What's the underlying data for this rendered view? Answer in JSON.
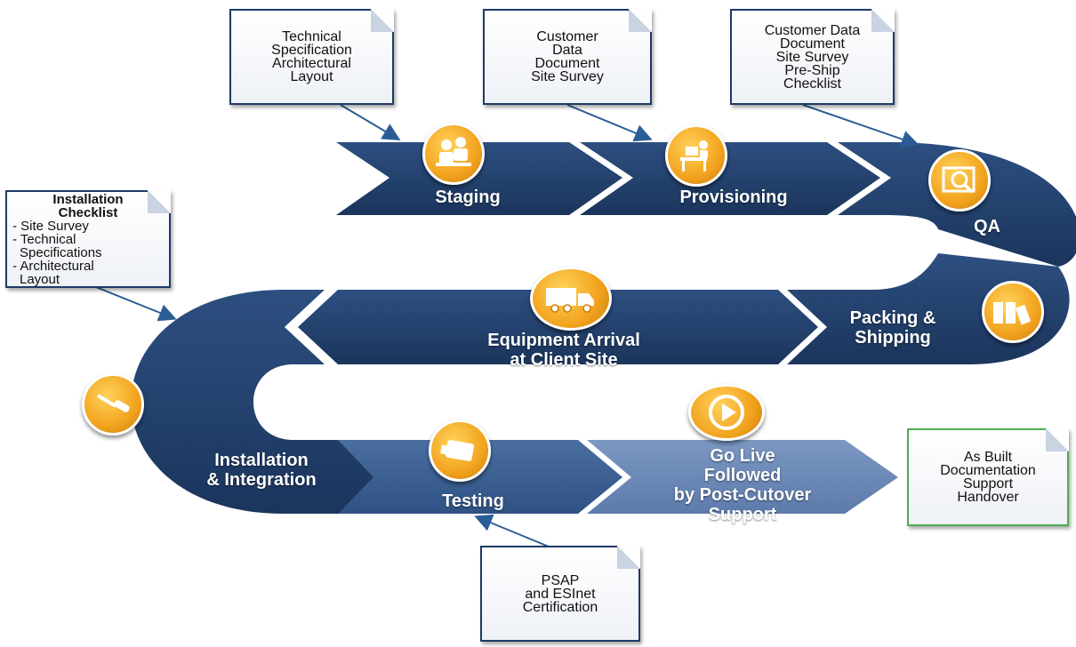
{
  "stages": {
    "staging": "Staging",
    "provisioning": "Provisioning",
    "qa": "QA",
    "packing_line1": "Packing &",
    "packing_line2": "Shipping",
    "equipment_line1": "Equipment Arrival",
    "equipment_line2": "at Client Site",
    "installation_line1": "Installation",
    "installation_line2": "& Integration",
    "testing": "Testing",
    "golive_line1": "Go Live",
    "golive_line2": "Followed",
    "golive_line3": "by Post-Cutover",
    "golive_line4": "Support"
  },
  "documents": {
    "staging_doc": [
      "Technical",
      "Specification",
      "Architectural",
      "Layout"
    ],
    "provisioning_doc": [
      "Customer",
      "Data",
      "Document",
      "Site Survey"
    ],
    "qa_doc": [
      "Customer Data",
      "Document",
      "Site Survey",
      "Pre-Ship",
      "Checklist"
    ],
    "installation_doc": {
      "title1": "Installation",
      "title2": "Checklist",
      "items": [
        "- Site Survey",
        "- Technical",
        "  Specifications",
        "- Architectural",
        "  Layout"
      ]
    },
    "testing_doc": [
      "PSAP",
      "and ESInet",
      "Certification"
    ],
    "handover_doc": [
      "As Built",
      "Documentation",
      "Support",
      "Handover"
    ]
  },
  "colors": {
    "band_dark": "#22406b",
    "band_mid": "#3a5c8c",
    "band_light": "#6a86b3",
    "medal": "#f2a31e",
    "arrow": "#2a5d96",
    "handover_border": "#4caf50"
  },
  "icons": {
    "staging": "people-meeting-icon",
    "provisioning": "desk-worker-icon",
    "qa": "magnifier-document-icon",
    "packing": "boxes-icon",
    "equipment": "truck-icon",
    "installation": "screwdriver-icon",
    "testing": "usb-drive-icon",
    "golive": "play-icon"
  }
}
